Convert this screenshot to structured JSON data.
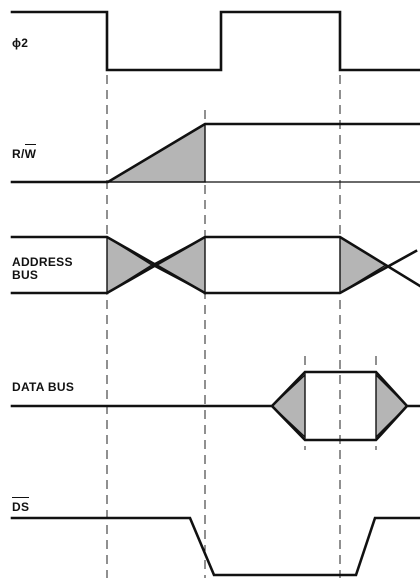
{
  "signals": {
    "phi2": {
      "label": "ϕ2"
    },
    "rw": {
      "label_r": "R/",
      "label_w": "W"
    },
    "address": {
      "line1": "ADDRESS",
      "line2": "BUS"
    },
    "data": {
      "label": "DATA BUS"
    },
    "ds": {
      "label": "DS"
    }
  },
  "colors": {
    "line": "#111111",
    "shading": "#b5b5b5",
    "background": "#ffffff"
  }
}
